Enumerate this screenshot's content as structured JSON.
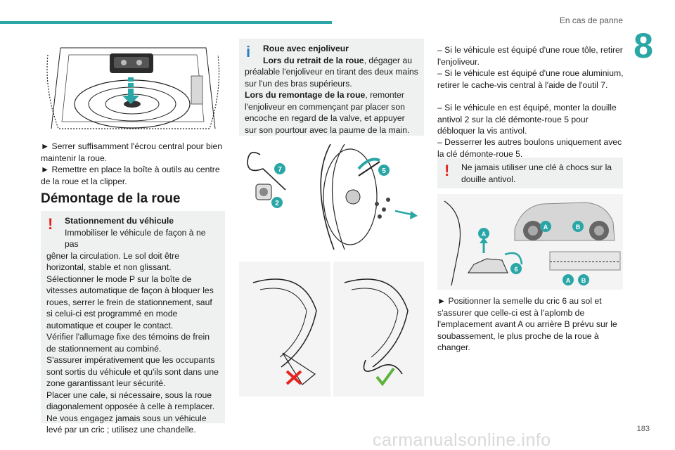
{
  "header": {
    "section_title": "En cas de panne",
    "chapter_number": "8"
  },
  "footer": {
    "page_number": "183",
    "watermark": "carmanualsonline.info"
  },
  "col1": {
    "steps": [
      "► Serrer suffisamment l'écrou central pour bien maintenir la roue.",
      "► Remettre en place la boîte à outils au centre de la roue et la clipper."
    ],
    "heading": "Démontage de la roue",
    "warning": {
      "icon": "!",
      "title": "Stationnement du véhicule",
      "first_line": "Immobiliser le véhicule de façon à ne pas",
      "body": [
        "gêner la circulation. Le sol doit être horizontal, stable et non glissant.",
        "Sélectionner le mode P sur la boîte de vitesses automatique de façon à bloquer les roues, serrer le frein de stationnement, sauf si celui-ci est programmé en mode automatique et couper le contact.",
        "Vérifier l'allumage fixe des témoins de frein de stationnement au combiné.",
        "S'assurer impérativement que les occupants sont sortis du véhicule et qu'ils sont dans une zone garantissant leur sécurité.",
        "Placer une cale, si nécessaire, sous la roue diagonalement opposée à celle à remplacer.",
        "Ne vous engagez jamais sous un véhicule levé par un cric ; utilisez une chandelle."
      ]
    }
  },
  "col2": {
    "info": {
      "icon": "i",
      "title": "Roue avec enjoliveur",
      "removal_label": "Lors du retrait de la roue",
      "removal_first": ", dégager au",
      "removal_rest": "préalable l'enjoliveur en tirant des deux mains sur l'un des bras supérieurs.",
      "refit_label": "Lors du remontage de la roue",
      "refit_text": ", remonter l'enjoliveur en commençant par placer son encoche en regard de la valve, et appuyer sur son pourtour avec la paume de la main."
    },
    "figure_labels": {
      "tool7": "7",
      "socket2": "2",
      "wrench5": "5"
    }
  },
  "col3": {
    "lines": [
      "– Si le véhicule est équipé d'une roue tôle, retirer l'enjoliveur.",
      "– Si le véhicule est équipé d'une roue aluminium, retirer le cache-vis central à l'aide de l'outil 7.",
      "– Si le véhicule en est équipé, monter la douille antivol 2 sur la clé démonte-roue 5 pour débloquer la vis antivol.",
      "– Desserrer les autres boulons uniquement avec la clé démonte-roue 5."
    ],
    "warning": {
      "icon": "!",
      "text": "Ne jamais utiliser une clé à chocs sur la douille antivol."
    },
    "figure_labels": {
      "A": "A",
      "B": "B",
      "jack6": "6"
    },
    "step": "► Positionner la semelle du cric 6 au sol et s'assurer que celle-ci est à l'aplomb de l'emplacement avant A ou arrière B prévu sur le soubassement, le plus proche de la roue à changer."
  },
  "colors": {
    "accent": "#2aa6a6",
    "warning": "#e52420",
    "info": "#2b7fc1",
    "box_bg": "#eff0f0"
  }
}
